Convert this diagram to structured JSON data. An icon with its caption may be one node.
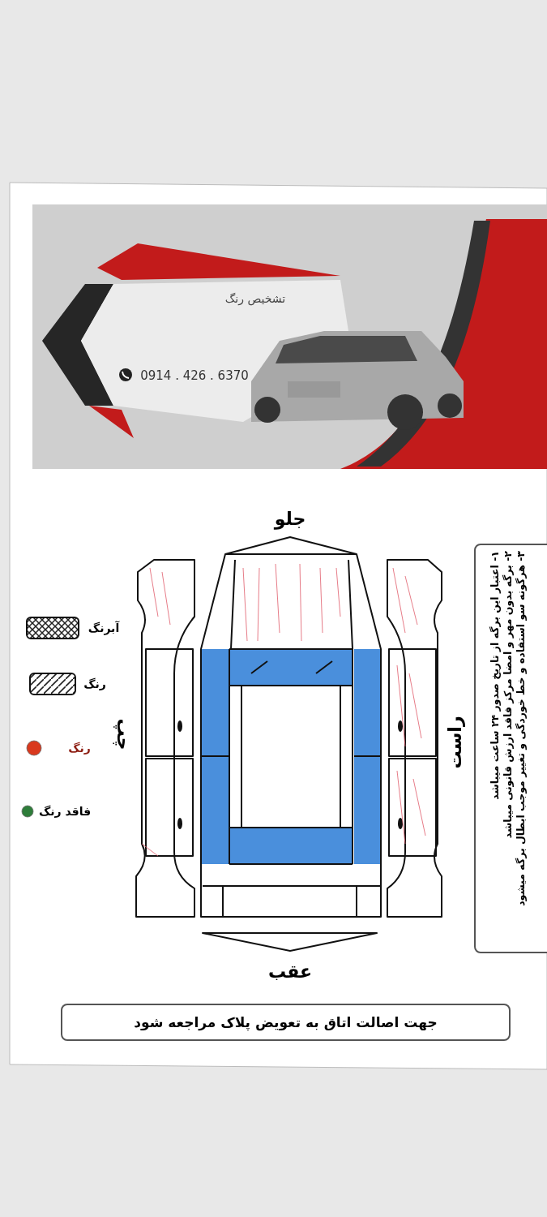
{
  "diagram": {
    "nodes": [
      {
        "text": [
          "۱- اعتبار این برگه از تاریخ صدور ۲۴ ساعت میباشد",
          "۲- برگه بدون مهر و امضا مرکز فاقد ارزش قانونی میباشد",
          "۳- هرگونه سو استفاده و خط خوردگی و تغییر موجب ابطال برگه میشود"
        ]
      },
      {
        "text": [
          "جهت اصالت اتاق به تعویض پلاک مراجعه شود"
        ]
      }
    ],
    "labels": [
      "تشخیص رنگ",
      "0914 . 426 . 6370",
      "جلو",
      "چپ",
      "راست",
      "عقب"
    ],
    "legend": [
      {
        "text": "آبرنگ"
      },
      {
        "text": "رنگ"
      },
      {
        "text": "رنگ",
        "color": "#d9391e"
      },
      {
        "text": "فاقد رنگ",
        "color": "#2e7d3a"
      }
    ]
  }
}
